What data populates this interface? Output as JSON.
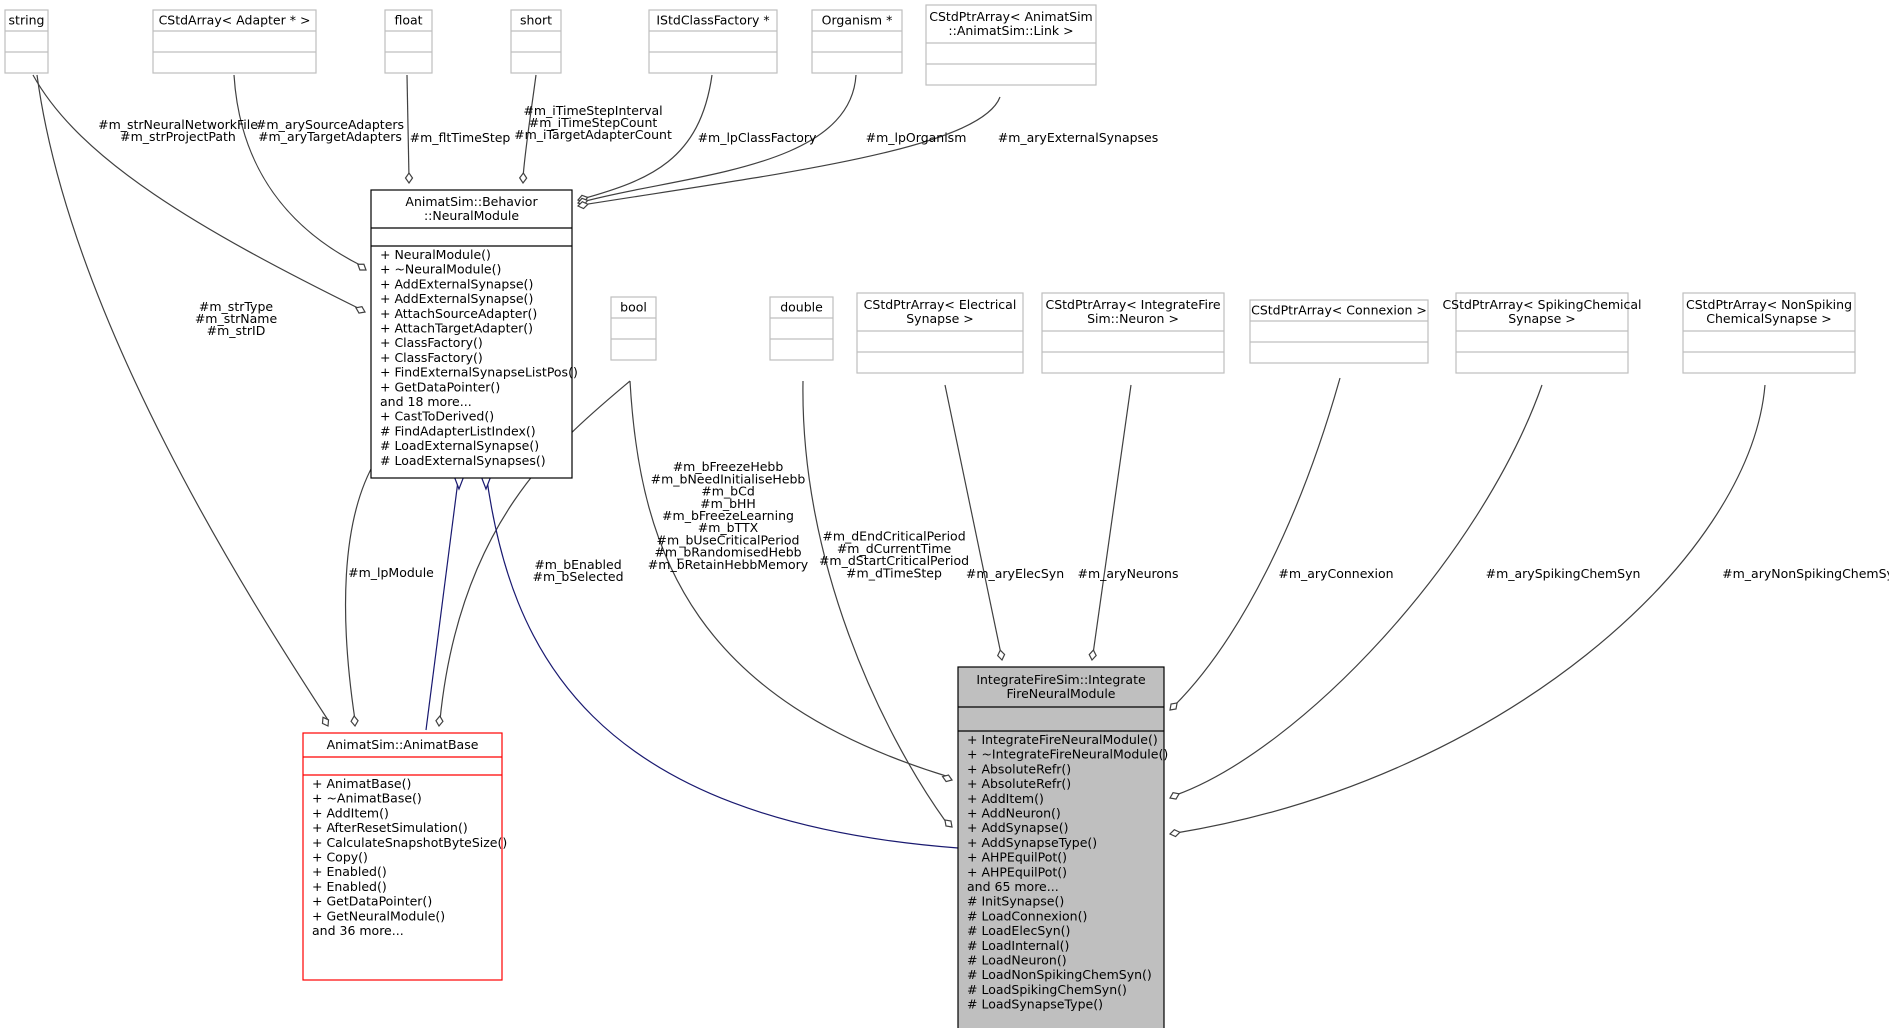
{
  "colors": {
    "line": "#404040",
    "inheritance_line": "#191970",
    "box_border": "#bfbfbf",
    "class_border": "#000000",
    "base_class_border": "#ff0000",
    "focus_fill": "#bfbfbf"
  },
  "nodes": [
    {
      "id": "string",
      "title": [
        "string"
      ],
      "members": []
    },
    {
      "id": "cstdarray_adapter",
      "title": [
        "CStdArray< Adapter * >"
      ],
      "members": []
    },
    {
      "id": "float",
      "title": [
        "float"
      ],
      "members": []
    },
    {
      "id": "short",
      "title": [
        "short"
      ],
      "members": []
    },
    {
      "id": "istdclassfactory",
      "title": [
        "IStdClassFactory *"
      ],
      "members": []
    },
    {
      "id": "organism",
      "title": [
        "Organism *"
      ],
      "members": []
    },
    {
      "id": "cstdptrarray_link",
      "title": [
        "CStdPtrArray< AnimatSim",
        "::AnimatSim::Link >"
      ],
      "members": []
    },
    {
      "id": "neuralmodule",
      "title": [
        "AnimatSim::Behavior",
        "::NeuralModule"
      ],
      "members": [
        "+ NeuralModule()",
        "+ ~NeuralModule()",
        "+ AddExternalSynapse()",
        "+ AddExternalSynapse()",
        "+ AttachSourceAdapter()",
        "+ AttachTargetAdapter()",
        "+ ClassFactory()",
        "+ ClassFactory()",
        "+ FindExternalSynapseListPos()",
        "+ GetDataPointer()",
        "and 18 more...",
        "+ CastToDerived()",
        "# FindAdapterListIndex()",
        "# LoadExternalSynapse()",
        "# LoadExternalSynapses()"
      ]
    },
    {
      "id": "bool",
      "title": [
        "bool"
      ],
      "members": []
    },
    {
      "id": "double",
      "title": [
        "double"
      ],
      "members": []
    },
    {
      "id": "cstdptrarray_elec",
      "title": [
        "CStdPtrArray< Electrical",
        "Synapse >"
      ],
      "members": []
    },
    {
      "id": "cstdptrarray_neuron",
      "title": [
        "CStdPtrArray< IntegrateFire",
        "Sim::Neuron >"
      ],
      "members": []
    },
    {
      "id": "cstdptrarray_connexion",
      "title": [
        "CStdPtrArray< Connexion >"
      ],
      "members": []
    },
    {
      "id": "cstdptrarray_spiking",
      "title": [
        "CStdPtrArray< SpikingChemical",
        "Synapse >"
      ],
      "members": []
    },
    {
      "id": "cstdptrarray_nonspiking",
      "title": [
        "CStdPtrArray< NonSpiking",
        "ChemicalSynapse >"
      ],
      "members": []
    },
    {
      "id": "animatbase",
      "title": [
        "AnimatSim::AnimatBase"
      ],
      "members": [
        "+ AnimatBase()",
        "+ ~AnimatBase()",
        "+ AddItem()",
        "+ AfterResetSimulation()",
        "+ CalculateSnapshotByteSize()",
        "+ Copy()",
        "+ Enabled()",
        "+ Enabled()",
        "+ GetDataPointer()",
        "+ GetNeuralModule()",
        "and 36 more..."
      ]
    },
    {
      "id": "ifneuralmodule",
      "title": [
        "IntegrateFireSim::Integrate",
        "FireNeuralModule"
      ],
      "members": [
        "+ IntegrateFireNeuralModule()",
        "+ ~IntegrateFireNeuralModule()",
        "+ AbsoluteRefr()",
        "+ AbsoluteRefr()",
        "+ AddItem()",
        "+ AddNeuron()",
        "+ AddSynapse()",
        "+ AddSynapseType()",
        "+ AHPEquilPot()",
        "+ AHPEquilPot()",
        "and 65 more...",
        "# InitSynapse()",
        "# LoadConnexion()",
        "# LoadElecSyn()",
        "# LoadInternal()",
        "# LoadNeuron()",
        "# LoadNonSpikingChemSyn()",
        "# LoadSpikingChemSyn()",
        "# LoadSynapseType()"
      ]
    }
  ],
  "edges": [
    {
      "id": "string-neuralmodule",
      "labels": [
        "#m_strNeuralNetworkFile",
        "#m_strProjectPath"
      ]
    },
    {
      "id": "string-animatbase",
      "labels": [
        "#m_strType",
        "#m_strName",
        "#m_strID"
      ]
    },
    {
      "id": "adapter-neuralmodule",
      "labels": [
        "#m_arySourceAdapters",
        "#m_aryTargetAdapters"
      ]
    },
    {
      "id": "float-neuralmodule",
      "labels": [
        "#m_fltTimeStep"
      ]
    },
    {
      "id": "short-neuralmodule",
      "labels": [
        "#m_iTimeStepInterval",
        "#m_iTimeStepCount",
        "#m_iTargetAdapterCount"
      ]
    },
    {
      "id": "classfactory-neuralmodule",
      "labels": [
        "#m_lpClassFactory"
      ]
    },
    {
      "id": "organism-neuralmodule",
      "labels": [
        "#m_lpOrganism"
      ]
    },
    {
      "id": "link-neuralmodule",
      "labels": [
        "#m_aryExternalSynapses"
      ]
    },
    {
      "id": "neuralmodule-animatbase",
      "labels": [
        "#m_lpModule"
      ]
    },
    {
      "id": "bool-animatbase",
      "labels": [
        "#m_bEnabled",
        "#m_bSelected"
      ]
    },
    {
      "id": "bool-ifneuralmodule",
      "labels": [
        "#m_bFreezeHebb",
        "#m_bNeedInitialiseHebb",
        "#m_bCd",
        "#m_bHH",
        "#m_bFreezeLearning",
        "#m_bTTX",
        "#m_bUseCriticalPeriod",
        "#m_bRandomisedHebb",
        "#m_bRetainHebbMemory"
      ]
    },
    {
      "id": "double-ifneuralmodule",
      "labels": [
        "#m_dEndCriticalPeriod",
        "#m_dCurrentTime",
        "#m_dStartCriticalPeriod",
        "#m_dTimeStep"
      ]
    },
    {
      "id": "elec-ifneuralmodule",
      "labels": [
        "#m_aryElecSyn"
      ]
    },
    {
      "id": "neuron-ifneuralmodule",
      "labels": [
        "#m_aryNeurons"
      ]
    },
    {
      "id": "connexion-ifneuralmodule",
      "labels": [
        "#m_aryConnexion"
      ]
    },
    {
      "id": "spiking-ifneuralmodule",
      "labels": [
        "#m_arySpikingChemSyn"
      ]
    },
    {
      "id": "nonspiking-ifneuralmodule",
      "labels": [
        "#m_aryNonSpikingChemSyn"
      ]
    }
  ]
}
